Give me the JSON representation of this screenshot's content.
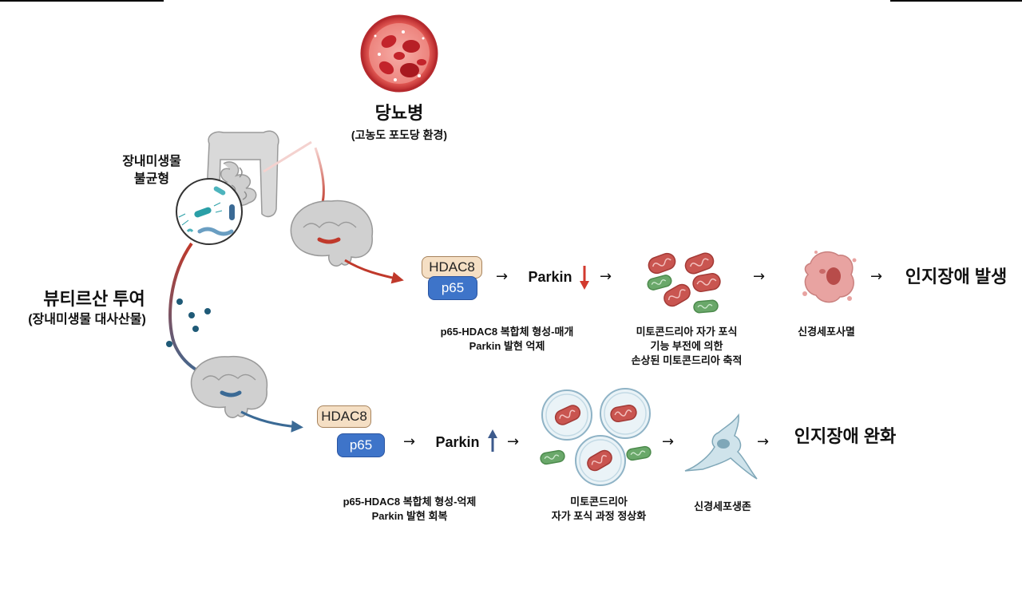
{
  "diabetes": {
    "title": "당뇨병",
    "subtitle": "(고농도 포도당 환경)"
  },
  "dysbiosis": {
    "line1": "장내미생물",
    "line2": "불균형"
  },
  "butyrate": {
    "line1": "뷰티르산 투여",
    "line2": "(장내미생물 대사산물)"
  },
  "top_path": {
    "hdac_label": "HDAC8",
    "p65_label": "p65",
    "parkin_label": "Parkin",
    "arrow": "→",
    "complex_caption": {
      "line1": "p65-HDAC8 복합체 형성-매개",
      "line2": "Parkin 발현 억제"
    },
    "mito_caption": {
      "line1": "미토콘드리아 자가 포식",
      "line2": "기능 부전에 의한",
      "line3": "손상된 미토콘드리아 축적"
    },
    "neuron_caption": "신경세포사멸",
    "outcome": "인지장애 발생"
  },
  "bottom_path": {
    "hdac_label": "HDAC8",
    "p65_label": "p65",
    "parkin_label": "Parkin",
    "arrow": "→",
    "complex_caption": {
      "line1": "p65-HDAC8 복합체 형성-억제",
      "line2": "Parkin 발현 회복"
    },
    "mito_caption": {
      "line1": "미토콘드리아",
      "line2": "자가 포식 과정 정상화"
    },
    "neuron_caption": "신경세포생존",
    "outcome": "인지장애 완화"
  },
  "colors": {
    "down_arrow": "#d23a2e",
    "up_arrow": "#3c5a8c",
    "red_path": "#c0392b",
    "blue_path": "#3b6a95",
    "hdac_fill": "#f5dfc4",
    "p65_fill": "#3e74c9"
  },
  "icons": [
    "blood-vessel-icon",
    "intestine-icon",
    "bacteria-icon",
    "brain-icon",
    "mitochondria-icon",
    "autophagosome-icon",
    "dying-neuron-icon",
    "healthy-neuron-icon"
  ]
}
